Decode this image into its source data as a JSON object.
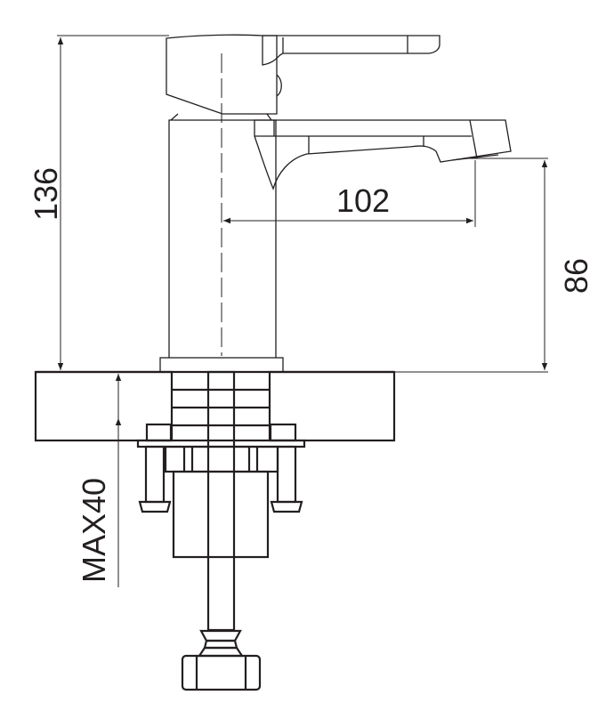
{
  "drawing": {
    "dimensions": {
      "total_height": "136",
      "spout_reach": "102",
      "spout_height": "86",
      "max_counter_thickness": "MAX40"
    },
    "line_color": "#231f20",
    "background": "#ffffff"
  }
}
